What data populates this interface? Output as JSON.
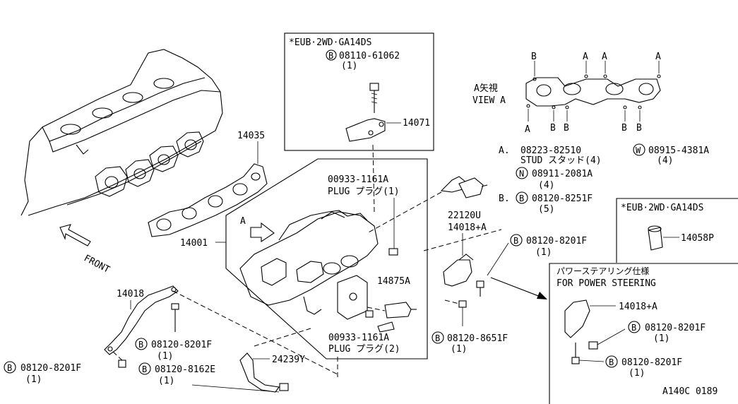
{
  "labels": {
    "inset_top_title": "*EUB·2WD·GA14DS",
    "inset_top_bolt_no": "08110-61062",
    "inset_top_bolt_qty": "(1)",
    "inset_top_part": "14071",
    "gasket_part": "14035",
    "view_a_jp": "A矢視",
    "view_a_en": "VIEW A",
    "b_letter": "B",
    "a_letter": "A",
    "stud_a_prefix": "A.",
    "stud_a_no": "08223-82510",
    "stud_text": "STUD スタッド(4)",
    "washer_no": "08915-4381A",
    "washer_qty": "(4)",
    "nut_no": "08911-2081A",
    "nut_qty": "(4)",
    "b_prefix": "B.",
    "bolt_b_no": "08120-8251F",
    "bolt_b_qty": "(5)",
    "inset_right_title": "*EUB·2WD·GA14DS",
    "inset_right_part": "14058P",
    "front": "FRONT",
    "arrow_a": "A",
    "plug1_no": "00933-1161A",
    "plug1_text": "PLUG プラグ(1)",
    "sensor_part": "22120U",
    "bracket_part": "14018+A",
    "bolt_8201_no": "08120-8201F",
    "qty_1": "(1)",
    "manifold_part": "14001",
    "valve_part": "14875A",
    "ps_title_jp": "パワーステアリング仕様",
    "ps_title_en": "FOR POWER STEERING",
    "pipe_part": "14018",
    "plug2_no": "00933-1161A",
    "plug2_text": "PLUG プラグ(2)",
    "bolt_8651_no": "08120-8651F",
    "bolt_8162_no": "08120-8162E",
    "bracket2_part": "24239Y",
    "ps_bracket_part": "14018+A",
    "diagram_code": "A140C 0189"
  },
  "symbols": {
    "b_circle": "B",
    "n_circle": "N",
    "w_circle": "W"
  }
}
